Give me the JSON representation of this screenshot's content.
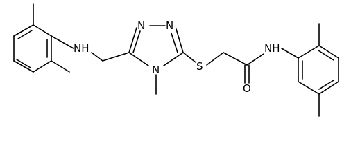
{
  "molecule": {
    "atoms": {
      "nh_left": "NH",
      "n_ring_1": "N",
      "n_ring_2": "N",
      "n_ring_methyl": "N",
      "sulfur": "S",
      "oxygen": "O",
      "nh_right": "NH"
    },
    "colors": {
      "bond": "#000000",
      "label": "#000000",
      "background": "#ffffff"
    }
  }
}
